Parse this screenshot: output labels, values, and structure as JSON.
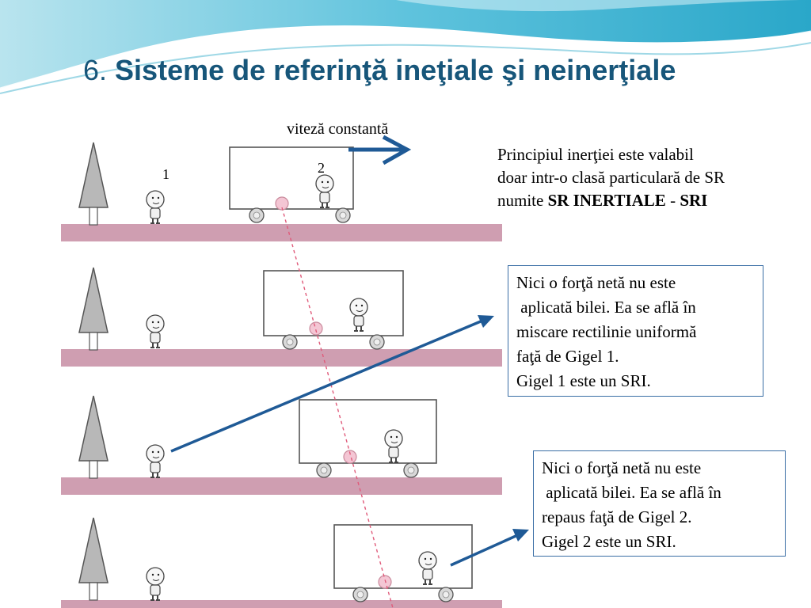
{
  "title": {
    "number": "6.",
    "text": "Sisteme de referinţă ineţiale şi neinerţiale"
  },
  "scene": {
    "speed_label": "viteză constantă",
    "observer1_label": "1",
    "observer2_label": "2"
  },
  "principle": {
    "line1": "Principiul inerţiei este valabil",
    "line2": "doar intr-o clasă particulară de  SR",
    "line3_prefix": "numite ",
    "line3_bold1": "SR INERTIALE",
    "line3_sep": " - ",
    "line3_bold2": "SRI"
  },
  "box1": {
    "lines": [
      "Nici o forţă netă nu este",
      " aplicată bilei. Ea se află în",
      "miscare rectilinie uniformă",
      "faţă de Gigel 1.",
      "Gigel 1 este un SRI."
    ]
  },
  "box2": {
    "lines": [
      "Nici o forţă netă nu este",
      " aplicată bilei. Ea se află în",
      "repaus faţă de Gigel 2.",
      "Gigel 2 este un SRI."
    ]
  },
  "colors": {
    "title": "#17567a",
    "ground": "#cf9eb1",
    "arrow": "#1f5a96",
    "ball": "#f4c6d4",
    "trajectory": "#e05a7a",
    "box_border": "#3a6ea5"
  }
}
